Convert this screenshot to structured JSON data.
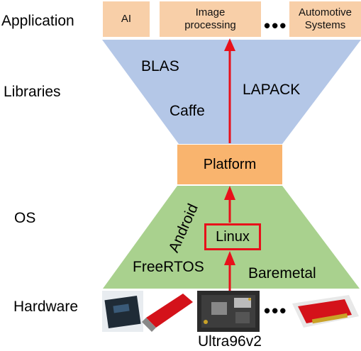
{
  "layers": {
    "application": "Application",
    "libraries": "Libraries",
    "os": "OS",
    "hardware": "Hardware"
  },
  "applications": {
    "ai": "AI",
    "image_line1": "Image",
    "image_line2": "processing",
    "ellipsis": "•••",
    "automotive_line1": "Automotive",
    "automotive_line2": "Systems"
  },
  "libraries": {
    "blas": "BLAS",
    "lapack": "LAPACK",
    "caffe": "Caffe"
  },
  "platform": "Platform",
  "os": {
    "android": "Android",
    "linux": "Linux",
    "freertos": "FreeRTOS",
    "baremetal": "Baremetal"
  },
  "hardware": {
    "ellipsis": "•••",
    "board_name": "Ultra96v2"
  },
  "colors": {
    "app_box": "#f8cfa8",
    "libraries_fill": "#b4c7e7",
    "platform_fill": "#f9b46e",
    "os_fill": "#a9d18e",
    "arrow": "#e8101a"
  }
}
